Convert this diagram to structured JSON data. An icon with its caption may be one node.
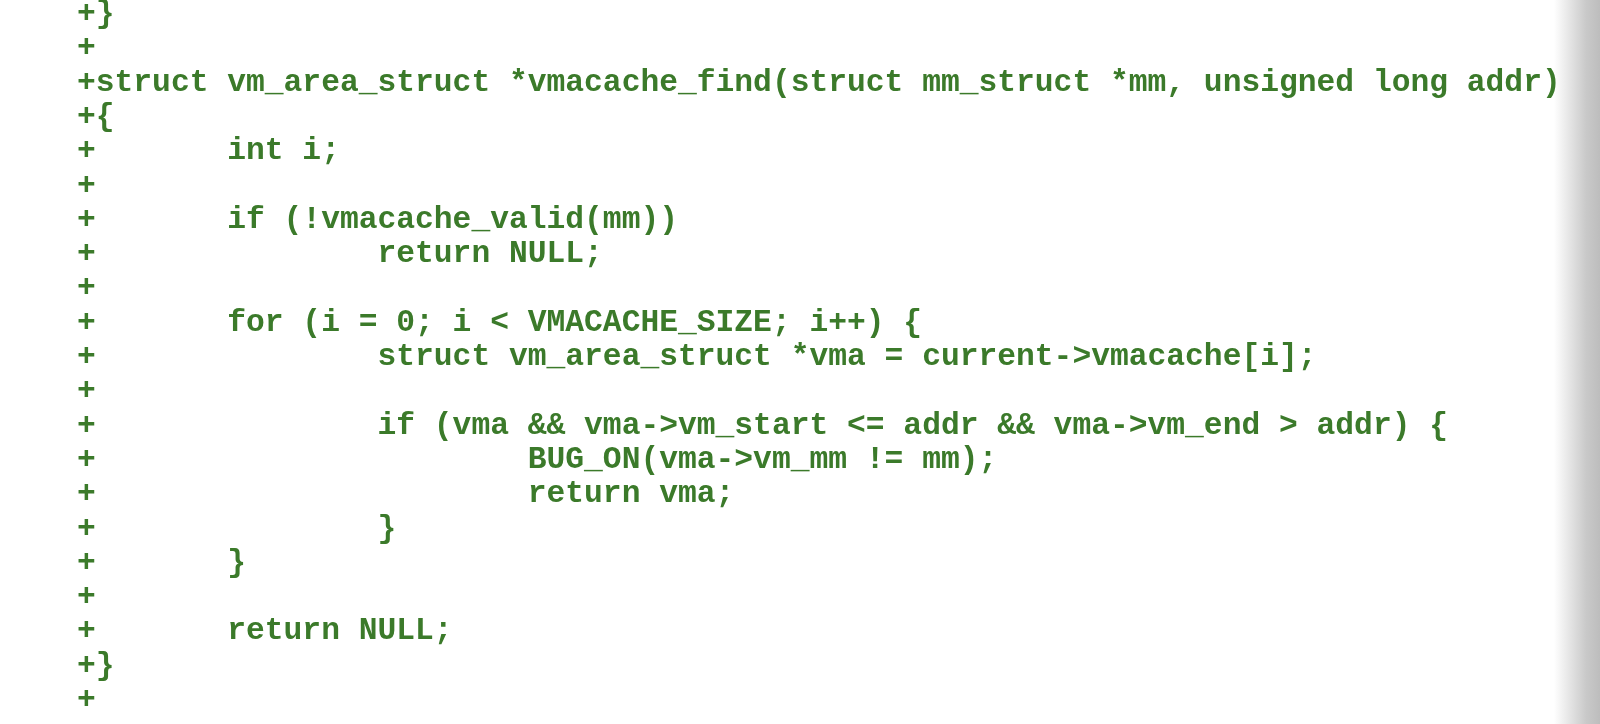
{
  "diagram": {
    "labels": [
      "+}",
      "+",
      "+struct vm_area_struct *vmacache_find(struct mm_struct *mm, unsigned long addr)",
      "+{",
      "+       int i;",
      "+",
      "+       if (!vmacache_valid(mm))",
      "+               return NULL;",
      "+",
      "+       for (i = 0; i < VMACACHE_SIZE; i++) {",
      "+               struct vm_area_struct *vma = current->vmacache[i];",
      "+",
      "+               if (vma && vma->vm_start <= addr && vma->vm_end > addr) {",
      "+                       BUG_ON(vma->vm_mm != mm);",
      "+                       return vma;",
      "+               }",
      "+       }",
      "+",
      "+       return NULL;",
      "+}",
      "+"
    ]
  }
}
